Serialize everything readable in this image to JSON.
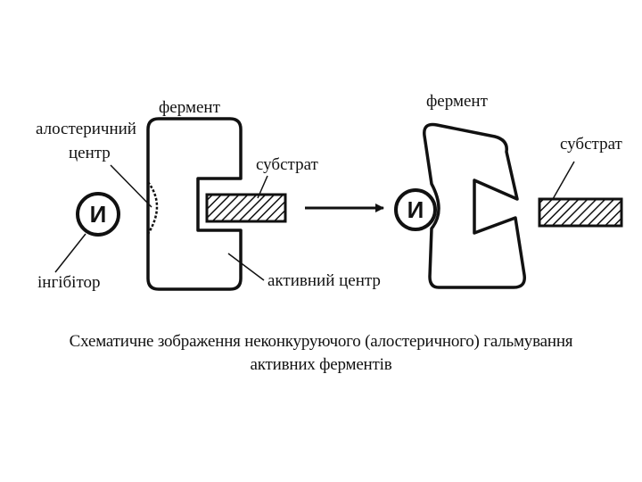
{
  "labels": {
    "enzyme_left": "фермент",
    "allosteric_line1": "алостеричний",
    "allosteric_line2": "центр",
    "substrate_left": "субстрат",
    "inhibitor": "інгібітор",
    "active_center": "активний центр",
    "enzyme_right": "фермент",
    "substrate_right": "субстрат",
    "inhibitor_symbol_left": "И",
    "inhibitor_symbol_right": "И"
  },
  "caption": {
    "line1": "Схематичне зображення неконкуруючого (алостеричного) гальмування",
    "line2": "активних ферментів"
  }
}
